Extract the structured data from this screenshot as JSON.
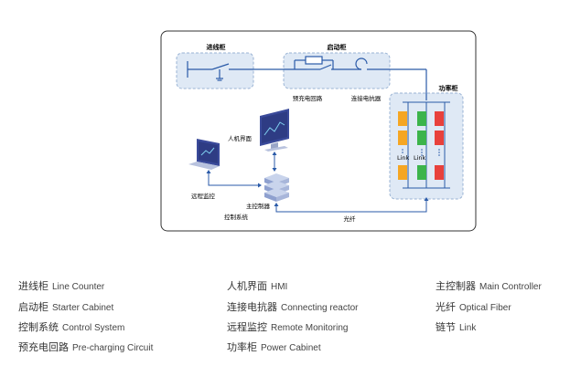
{
  "diagram": {
    "labels": {
      "line_counter": "进线柜",
      "starter_cabinet": "启动柜",
      "pre_charging": "预充电回路",
      "connecting_reactor": "连接电抗器",
      "power_cabinet": "功率柜",
      "hmi": "人机界面",
      "remote_monitoring": "远程监控",
      "main_controller": "主控制器",
      "control_system": "控制系统",
      "optical_fiber": "光纤",
      "link_left": "Link",
      "link_right": "Link"
    },
    "colors": {
      "frame": "#333333",
      "box_fill": "#dfe9f5",
      "box_dash": "#9ab3d4",
      "wire": "#2a5aa8",
      "orange": "#f5a623",
      "green": "#3cb44b",
      "red": "#e8413c",
      "screen": "#3a4a9a"
    }
  },
  "legend": [
    {
      "zh": "进线柜",
      "en": "Line Counter"
    },
    {
      "zh": "启动柜",
      "en": "Starter Cabinet"
    },
    {
      "zh": "控制系统",
      "en": "Control System"
    },
    {
      "zh": "预充电回路",
      "en": "Pre-charging Circuit"
    },
    {
      "zh": "人机界面",
      "en": "HMI"
    },
    {
      "zh": "连接电抗器",
      "en": "Connecting reactor"
    },
    {
      "zh": "远程监控",
      "en": "Remote Monitoring"
    },
    {
      "zh": "功率柜",
      "en": "Power Cabinet"
    },
    {
      "zh": "主控制器",
      "en": "Main Controller"
    },
    {
      "zh": "光纤",
      "en": "Optical Fiber"
    },
    {
      "zh": "链节",
      "en": "Link"
    }
  ]
}
